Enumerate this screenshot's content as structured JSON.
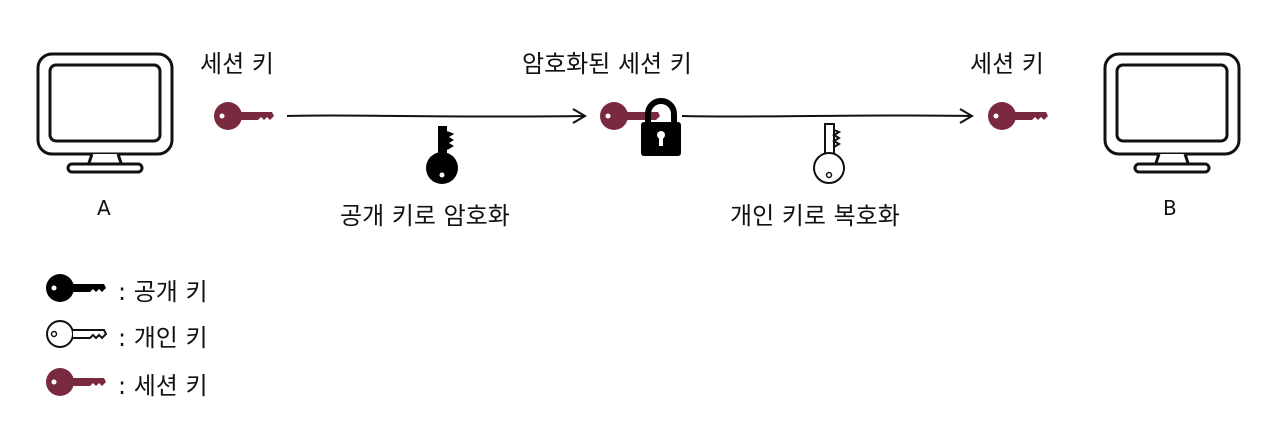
{
  "nodes": {
    "a_label": "A",
    "b_label": "B"
  },
  "labels": {
    "session_key_a": "세션 키",
    "encrypted_session_key": "암호화된 세션 키",
    "session_key_b": "세션 키",
    "encrypt_with_public": "공개 키로 암호화",
    "decrypt_with_private": "개인 키로 복호화"
  },
  "legend": [
    {
      "icon": "public-key-icon",
      "text": ": 공개 키"
    },
    {
      "icon": "private-key-icon",
      "text": ": 개인 키"
    },
    {
      "icon": "session-key-icon",
      "text": ": 세션 키"
    }
  ],
  "colors": {
    "session_key": "#7a2a3e",
    "public_key": "#000000",
    "private_key": "#ffffff",
    "line": "#111111"
  }
}
